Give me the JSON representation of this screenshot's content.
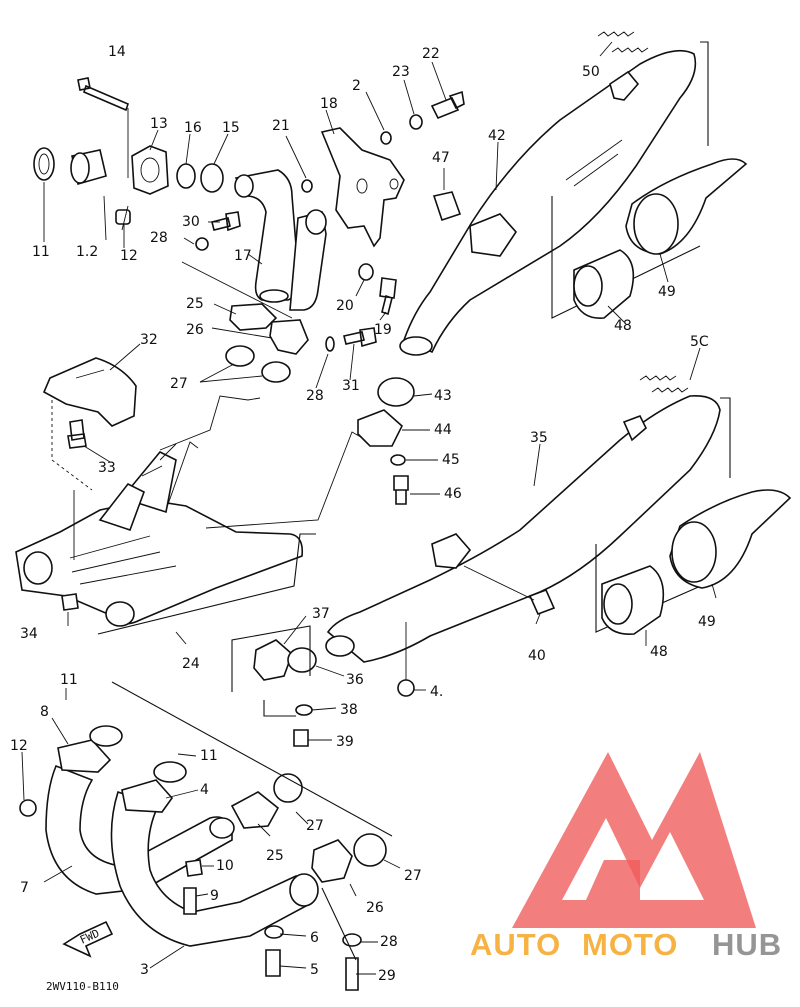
{
  "diagram": {
    "drawing_code": "2WV110-B110",
    "fwd_arrow": "FWD",
    "callouts": [
      {
        "id": "c14",
        "text": "14"
      },
      {
        "id": "c13",
        "text": "13"
      },
      {
        "id": "c16",
        "text": "16"
      },
      {
        "id": "c15",
        "text": "15"
      },
      {
        "id": "c21",
        "text": "21"
      },
      {
        "id": "c18",
        "text": "18"
      },
      {
        "id": "c2",
        "text": "2"
      },
      {
        "id": "c23",
        "text": "23"
      },
      {
        "id": "c22",
        "text": "22"
      },
      {
        "id": "c50a",
        "text": "50"
      },
      {
        "id": "c42",
        "text": "42"
      },
      {
        "id": "c47",
        "text": "47"
      },
      {
        "id": "c11a",
        "text": "11"
      },
      {
        "id": "c1_2",
        "text": "1.2"
      },
      {
        "id": "c12a",
        "text": "12"
      },
      {
        "id": "c30",
        "text": "30"
      },
      {
        "id": "c28a",
        "text": "28"
      },
      {
        "id": "c17",
        "text": "17"
      },
      {
        "id": "c20",
        "text": "20"
      },
      {
        "id": "c19",
        "text": "19"
      },
      {
        "id": "c25a",
        "text": "25"
      },
      {
        "id": "c26a",
        "text": "26"
      },
      {
        "id": "c49a",
        "text": "49"
      },
      {
        "id": "c48a",
        "text": "48"
      },
      {
        "id": "c32",
        "text": "32"
      },
      {
        "id": "c28b",
        "text": "28"
      },
      {
        "id": "c31",
        "text": "31"
      },
      {
        "id": "c27a",
        "text": "27"
      },
      {
        "id": "c43",
        "text": "43"
      },
      {
        "id": "c50b",
        "text": "5C"
      },
      {
        "id": "c33",
        "text": "33"
      },
      {
        "id": "c44",
        "text": "44"
      },
      {
        "id": "c35",
        "text": "35"
      },
      {
        "id": "c45",
        "text": "45"
      },
      {
        "id": "c46",
        "text": "46"
      },
      {
        "id": "c34",
        "text": "34"
      },
      {
        "id": "c24",
        "text": "24"
      },
      {
        "id": "c37",
        "text": "37"
      },
      {
        "id": "c36",
        "text": "36"
      },
      {
        "id": "c49b",
        "text": "49"
      },
      {
        "id": "c48b",
        "text": "48"
      },
      {
        "id": "c40",
        "text": "40"
      },
      {
        "id": "c41",
        "text": "4."
      },
      {
        "id": "c11b",
        "text": "11"
      },
      {
        "id": "c8",
        "text": "8"
      },
      {
        "id": "c38",
        "text": "38"
      },
      {
        "id": "c39",
        "text": "39"
      },
      {
        "id": "c12b",
        "text": "12"
      },
      {
        "id": "c11c",
        "text": "11"
      },
      {
        "id": "c4",
        "text": "4"
      },
      {
        "id": "c27b",
        "text": "27"
      },
      {
        "id": "c10",
        "text": "10"
      },
      {
        "id": "c25b",
        "text": "25"
      },
      {
        "id": "c27c",
        "text": "27"
      },
      {
        "id": "c7",
        "text": "7"
      },
      {
        "id": "c9",
        "text": "9"
      },
      {
        "id": "c26b",
        "text": "26"
      },
      {
        "id": "c6",
        "text": "6"
      },
      {
        "id": "c28c",
        "text": "28"
      },
      {
        "id": "c3",
        "text": "3"
      },
      {
        "id": "c5",
        "text": "5"
      },
      {
        "id": "c29",
        "text": "29"
      }
    ]
  },
  "watermark": {
    "word_auto": "AUTO",
    "word_moto": "MOTO",
    "word_hub": "HUB",
    "color_red": "#f05a5a",
    "color_orange": "#f5a623",
    "color_gray": "#8a8a8a"
  }
}
